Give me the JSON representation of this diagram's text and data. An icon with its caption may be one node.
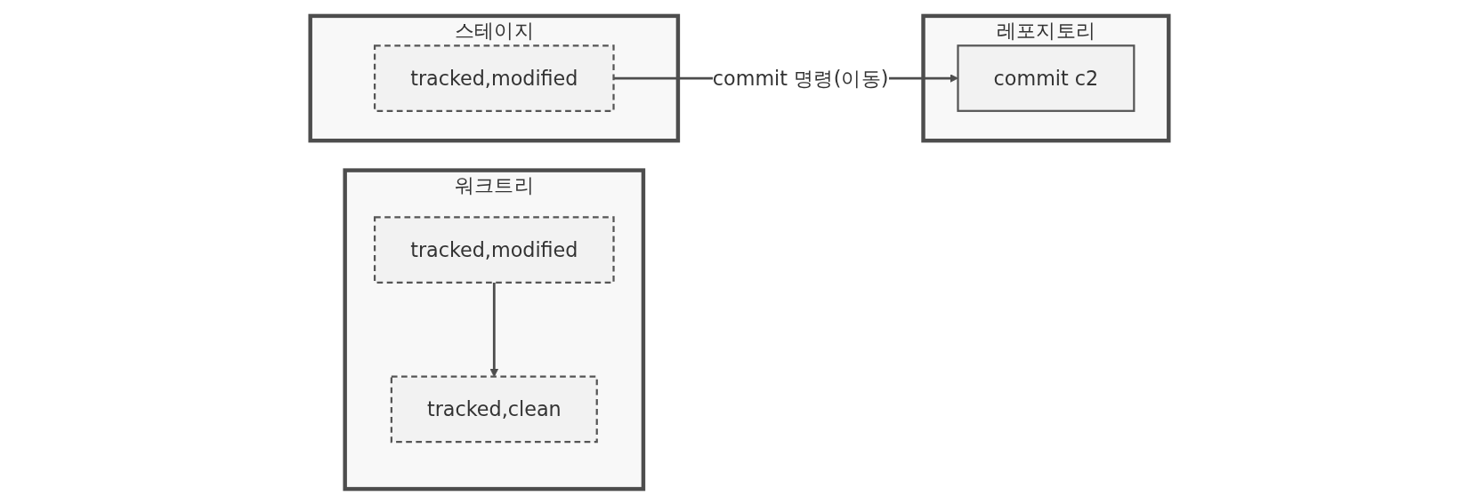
{
  "diagram": {
    "nodes": [
      {
        "text": [
          "워크트리"
        ]
      },
      {
        "text": [
          "tracked,clean"
        ],
        "in": 0
      },
      {
        "text": [
          "tracked,modified"
        ],
        "in": 0
      },
      {
        "text": [
          "스테이지"
        ]
      },
      {
        "text": [
          "tracked,modified"
        ],
        "in": 3
      },
      {
        "text": [
          "레포지토리"
        ]
      },
      {
        "text": [
          "commit c2"
        ],
        "in": 5
      }
    ],
    "edges": [
      {
        "from": 2,
        "to": 1,
        "arrow": "to"
      },
      {
        "from": 4,
        "to": 6,
        "arrow": "to",
        "label": "commit 명령(이동)"
      }
    ]
  }
}
